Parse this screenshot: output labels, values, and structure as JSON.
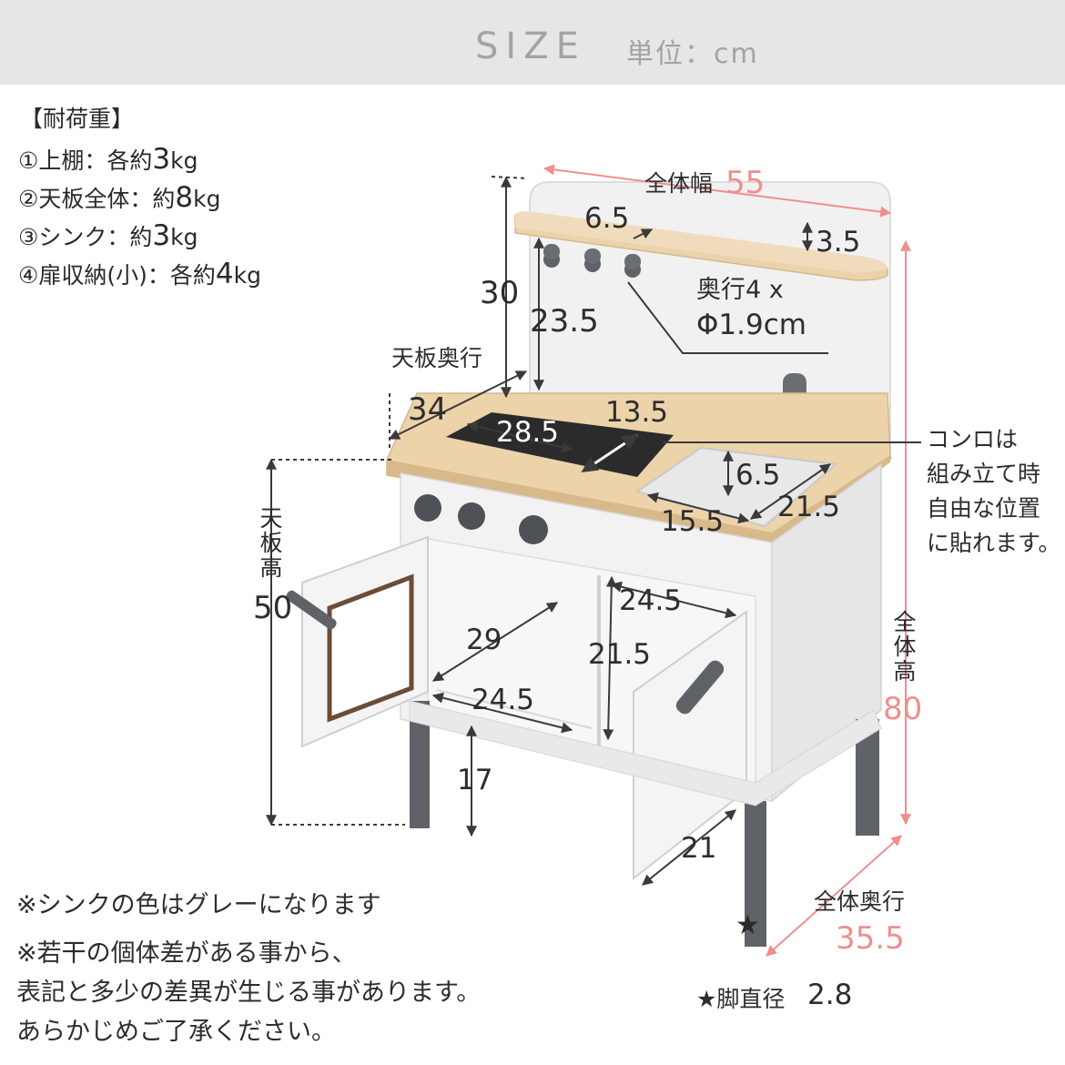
{
  "header": {
    "title": "SIZE",
    "unit": "単位：cm"
  },
  "load": {
    "title": "【耐荷重】",
    "items": [
      {
        "label": "①上棚：各約",
        "value": "3",
        "unit": "kg"
      },
      {
        "label": "②天板全体：約",
        "value": "8",
        "unit": "kg"
      },
      {
        "label": "③シンク：約",
        "value": "3",
        "unit": "kg"
      },
      {
        "label": "④扉収納(小)：各約",
        "value": "4",
        "unit": "kg"
      }
    ]
  },
  "dims": {
    "width_label": "全体幅",
    "width_value": "55",
    "shelf_depth": "6.5",
    "shelf_thickness": "3.5",
    "hook_label_1": "奥行4 x",
    "hook_label_2": "Φ1.9cm",
    "back_height": "30",
    "shelf_height": "23.5",
    "top_depth_label": "天板奥行",
    "top_depth_value": "34",
    "stove_width": "28.5",
    "stove_depth": "13.5",
    "sink_depth": "6.5",
    "sink_width_front": "15.5",
    "sink_width_side": "21.5",
    "top_height_label": "天板高",
    "top_height_value": "50",
    "inner_left_depth": "29",
    "inner_left_width": "24.5",
    "inner_right_width": "24.5",
    "inner_height": "21.5",
    "leg_height": "17",
    "door_width": "21",
    "total_height_label": "全体高",
    "total_height_value": "80",
    "total_depth_label": "全体奥行",
    "total_depth_value": "35.5",
    "leg_diameter_label": "★脚直径",
    "leg_diameter_value": "2.8",
    "star": "★"
  },
  "stove_note": [
    "コンロは",
    "組み立て時",
    "自由な位置",
    "に貼れます。"
  ],
  "notes": [
    "※シンクの色はグレーになります",
    "※若干の個体差がある事から、",
    "表記と多少の差異が生じる事があります。",
    "あらかじめご了承ください。"
  ],
  "colors": {
    "accent_pink": "#ef8e8e",
    "wood": "#e9cfa6",
    "panel": "#ededed",
    "leg": "#5f6367",
    "stove": "#2b2b2b"
  }
}
